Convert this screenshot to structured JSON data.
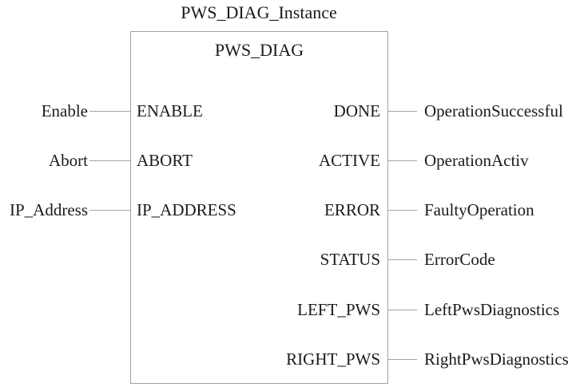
{
  "diagram": {
    "instance_title": "PWS_DIAG_Instance",
    "block_name": "PWS_DIAG",
    "inputs": [
      {
        "external": "Enable",
        "pin": "ENABLE"
      },
      {
        "external": "Abort",
        "pin": "ABORT"
      },
      {
        "external": "IP_Address",
        "pin": "IP_ADDRESS"
      }
    ],
    "outputs": [
      {
        "pin": "DONE",
        "external": "OperationSuccessful"
      },
      {
        "pin": "ACTIVE",
        "external": "OperationActiv"
      },
      {
        "pin": "ERROR",
        "external": "FaultyOperation"
      },
      {
        "pin": "STATUS",
        "external": "ErrorCode"
      },
      {
        "pin": "LEFT_PWS",
        "external": "LeftPwsDiagnostics"
      },
      {
        "pin": "RIGHT_PWS",
        "external": "RightPwsDiagnostics"
      }
    ],
    "colors": {
      "background": "#ffffff",
      "line": "#a3a3a3",
      "text": "#1a1a1a"
    }
  }
}
